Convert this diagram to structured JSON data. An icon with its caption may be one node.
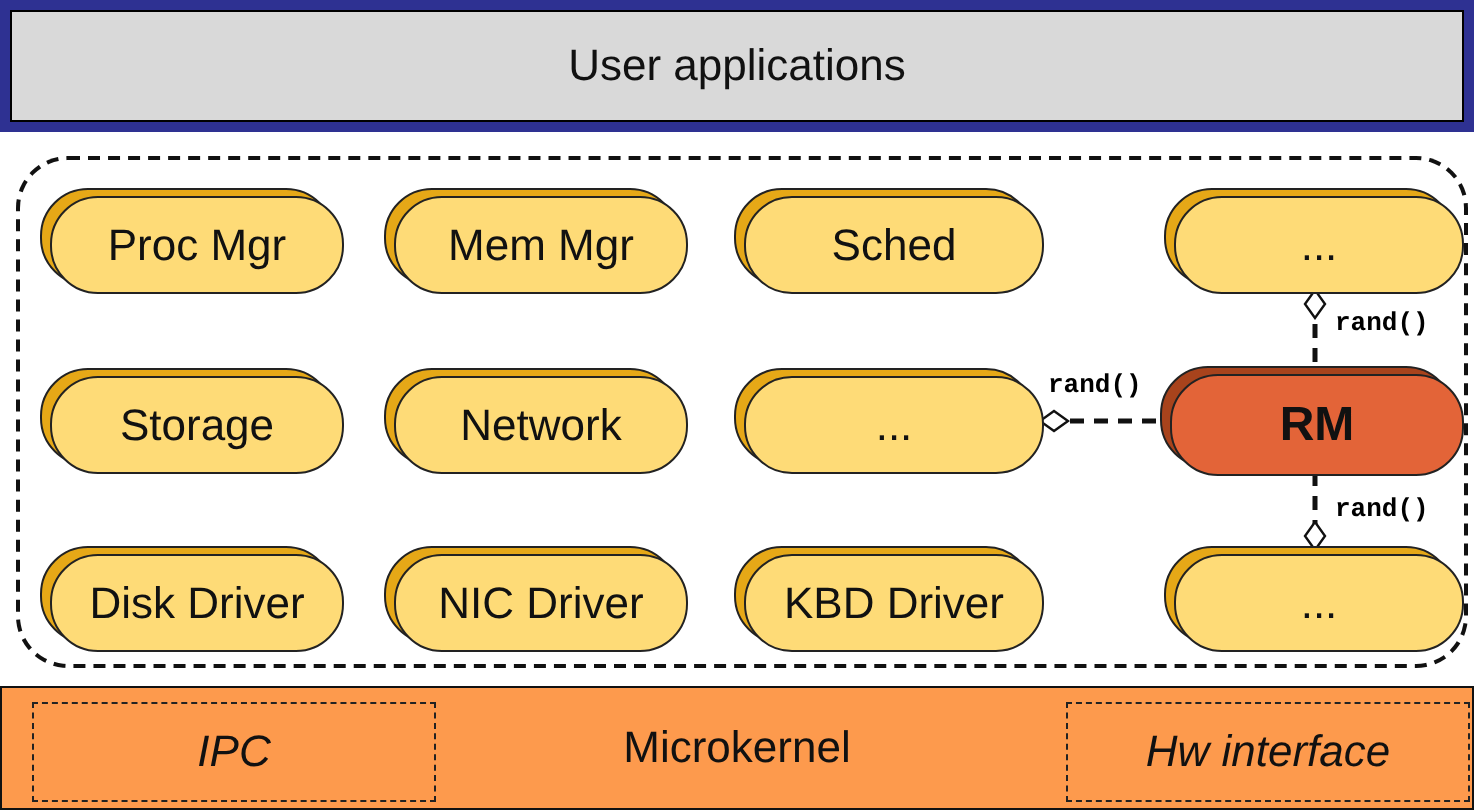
{
  "diagram": {
    "nodes": [
      {
        "text": [
          "User applications"
        ]
      },
      {
        "text": [],
        "shape": "box"
      },
      {
        "text": [
          "Proc Mgr"
        ],
        "in": 1
      },
      {
        "text": [
          "Mem Mgr"
        ],
        "in": 1
      },
      {
        "text": [
          "Sched"
        ],
        "in": 1
      },
      {
        "text": [
          "..."
        ],
        "in": 1
      },
      {
        "text": [
          "Storage"
        ],
        "in": 1
      },
      {
        "text": [
          "Network"
        ],
        "in": 1
      },
      {
        "text": [
          "..."
        ],
        "in": 1
      },
      {
        "text": [
          "RM"
        ],
        "in": 1
      },
      {
        "text": [
          "Disk Driver"
        ],
        "in": 1
      },
      {
        "text": [
          "NIC Driver"
        ],
        "in": 1
      },
      {
        "text": [
          "KBD Driver"
        ],
        "in": 1
      },
      {
        "text": [
          "..."
        ],
        "in": 1
      },
      {
        "text": [
          "Microkernel"
        ]
      },
      {
        "text": [
          "IPC"
        ],
        "in": 14
      },
      {
        "text": [
          "Hw interface"
        ],
        "in": 14
      }
    ],
    "edges": [
      {
        "from": 9,
        "to": 5,
        "arrow": "other",
        "label": "rand()",
        "style": "dashed"
      },
      {
        "from": 9,
        "to": 8,
        "arrow": "other",
        "label": "rand()",
        "style": "dashed"
      },
      {
        "from": 9,
        "to": 13,
        "arrow": "other",
        "label": "rand()",
        "style": "dashed"
      }
    ]
  }
}
